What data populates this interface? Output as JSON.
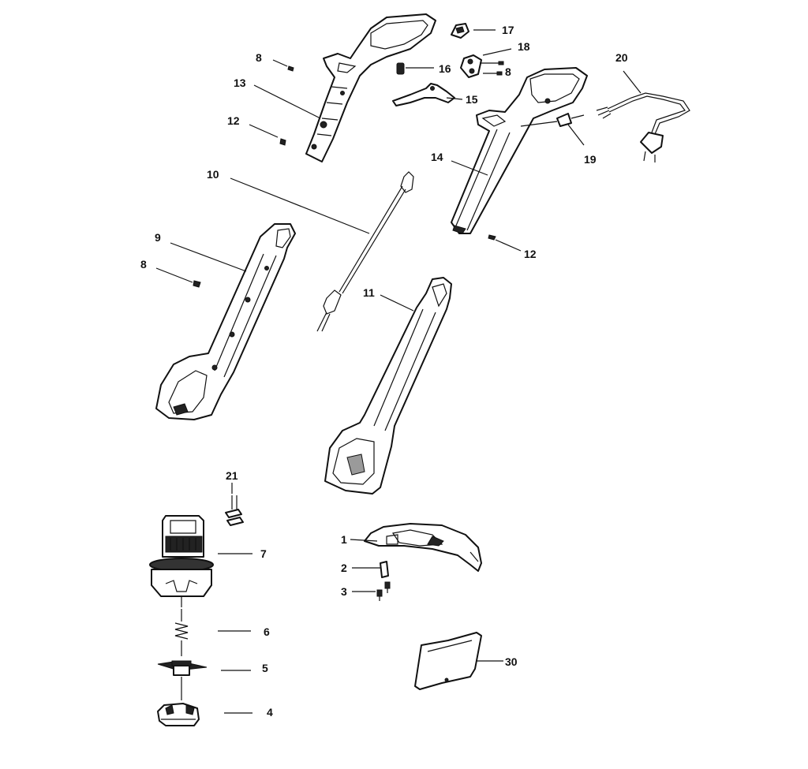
{
  "callouts": {
    "p1": "1",
    "p2": "2",
    "p3": "3",
    "p4": "4",
    "p5": "5",
    "p6": "6",
    "p7": "7",
    "p8a": "8",
    "p8b": "8",
    "p8c": "8",
    "p9": "9",
    "p10": "10",
    "p11": "11",
    "p12a": "12",
    "p12b": "12",
    "p13": "13",
    "p14": "14",
    "p15": "15",
    "p16": "16",
    "p17": "17",
    "p18": "18",
    "p19": "19",
    "p20": "20",
    "p21": "21",
    "p30": "30"
  }
}
